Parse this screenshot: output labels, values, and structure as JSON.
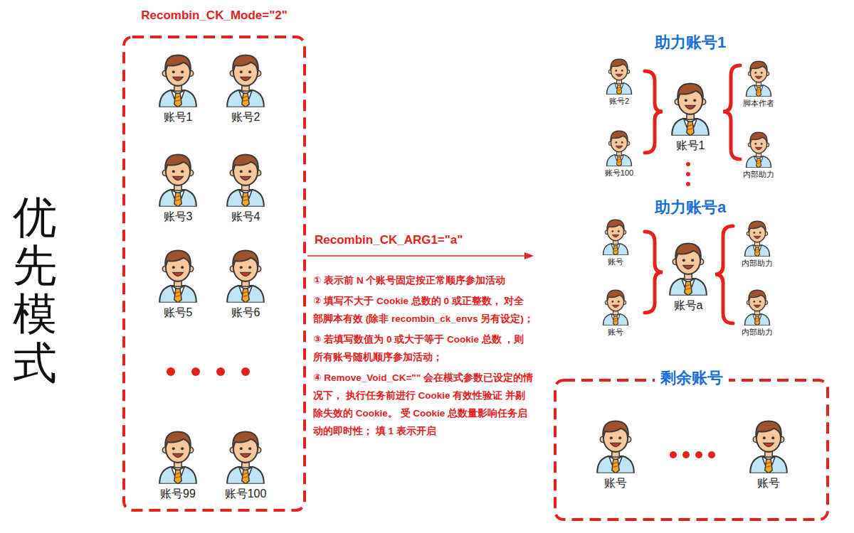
{
  "diagram": {
    "nodes": [
      {
        "text": [
          "Recombin_CK_Mode=\"2\""
        ]
      },
      {
        "text": [
          "账号1"
        ],
        "in": 0
      },
      {
        "text": [
          "账号2"
        ],
        "in": 0
      },
      {
        "text": [
          "账号3"
        ],
        "in": 0
      },
      {
        "text": [
          "账号4"
        ],
        "in": 0
      },
      {
        "text": [
          "账号5"
        ],
        "in": 0
      },
      {
        "text": [
          "账号6"
        ],
        "in": 0
      },
      {
        "text": [
          "账号99"
        ],
        "in": 0
      },
      {
        "text": [
          "账号100"
        ],
        "in": 0
      },
      {
        "text": [
          "账号2"
        ]
      },
      {
        "text": [
          "账号100"
        ]
      },
      {
        "text": [
          "账号1"
        ]
      },
      {
        "text": [
          "脚本作者"
        ]
      },
      {
        "text": [
          "内部助力"
        ]
      },
      {
        "text": [
          "账号"
        ]
      },
      {
        "text": [
          "账号"
        ]
      },
      {
        "text": [
          "账号a"
        ]
      },
      {
        "text": [
          "内部助力"
        ]
      },
      {
        "text": [
          "内部助力"
        ]
      },
      {
        "text": [
          "剩余账号"
        ]
      },
      {
        "text": [
          "账号"
        ],
        "in": 19
      },
      {
        "text": [
          "账号"
        ],
        "in": 19
      }
    ],
    "labels": [
      "优先模式",
      "Recombin_CK_ARG1=\"a\"",
      "① 表示前 N 个账号固定按正常顺序参加活动",
      "② 填写不大于 Cookie 总数的 0 或正整数， 对全部脚本有效 (除非 recombin_ck_envs 另有设定)；",
      "③ 若填写数值为 0 或大于等于 Cookie 总数 ，则所有账号随机顺序参加活动；",
      "④ Remove_Void_CK=\"\" 会在模式参数已设定的情况下， 执行任务前进行 Cookie 有效性验证 并剔除失效的 Cookie。 受 Cookie 总数量影响任务启动的即时性； 填 1 表示开启",
      "助力账号1",
      "助力账号a"
    ]
  }
}
